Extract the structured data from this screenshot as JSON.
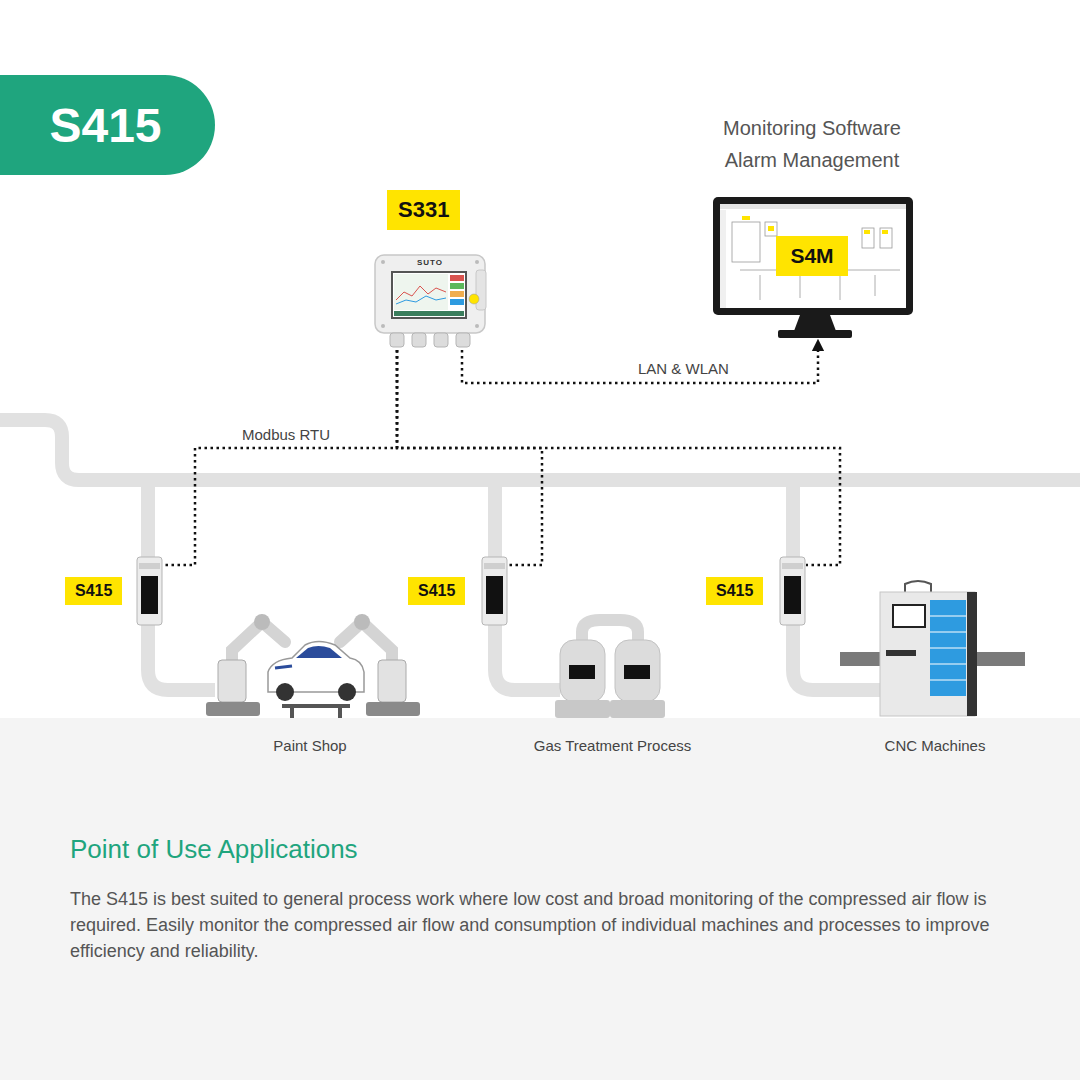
{
  "diagram": {
    "title": "S415",
    "nodes": [
      {
        "text": [
          "S331"
        ]
      },
      {
        "text": [
          "Monitoring Software Alarm Management",
          "S4M"
        ]
      },
      {
        "text": [
          "S415"
        ]
      },
      {
        "text": [
          "Paint Shop"
        ]
      },
      {
        "text": [
          "S415"
        ]
      },
      {
        "text": [
          "Gas Treatment Process"
        ]
      },
      {
        "text": [
          "S415"
        ]
      },
      {
        "text": [
          "CNC Machines"
        ]
      }
    ],
    "edges": [
      {
        "from": 0,
        "to": 2,
        "label": "Modbus RTU",
        "arrow": "none"
      },
      {
        "from": 0,
        "to": 4,
        "arrow": "none"
      },
      {
        "from": 0,
        "to": 6,
        "arrow": "none"
      },
      {
        "from": 0,
        "to": 1,
        "label": "LAN & WLAN",
        "arrow": "to"
      }
    ],
    "labels": [
      "SUTO",
      "Point of Use Applications",
      "The S415 is best suited to general process work where low cost and broad monitoring of the compressed air flow is required. Easily monitor the compressed air flow and consumption of individual machines and processes to improve efficiency and reliability."
    ]
  }
}
